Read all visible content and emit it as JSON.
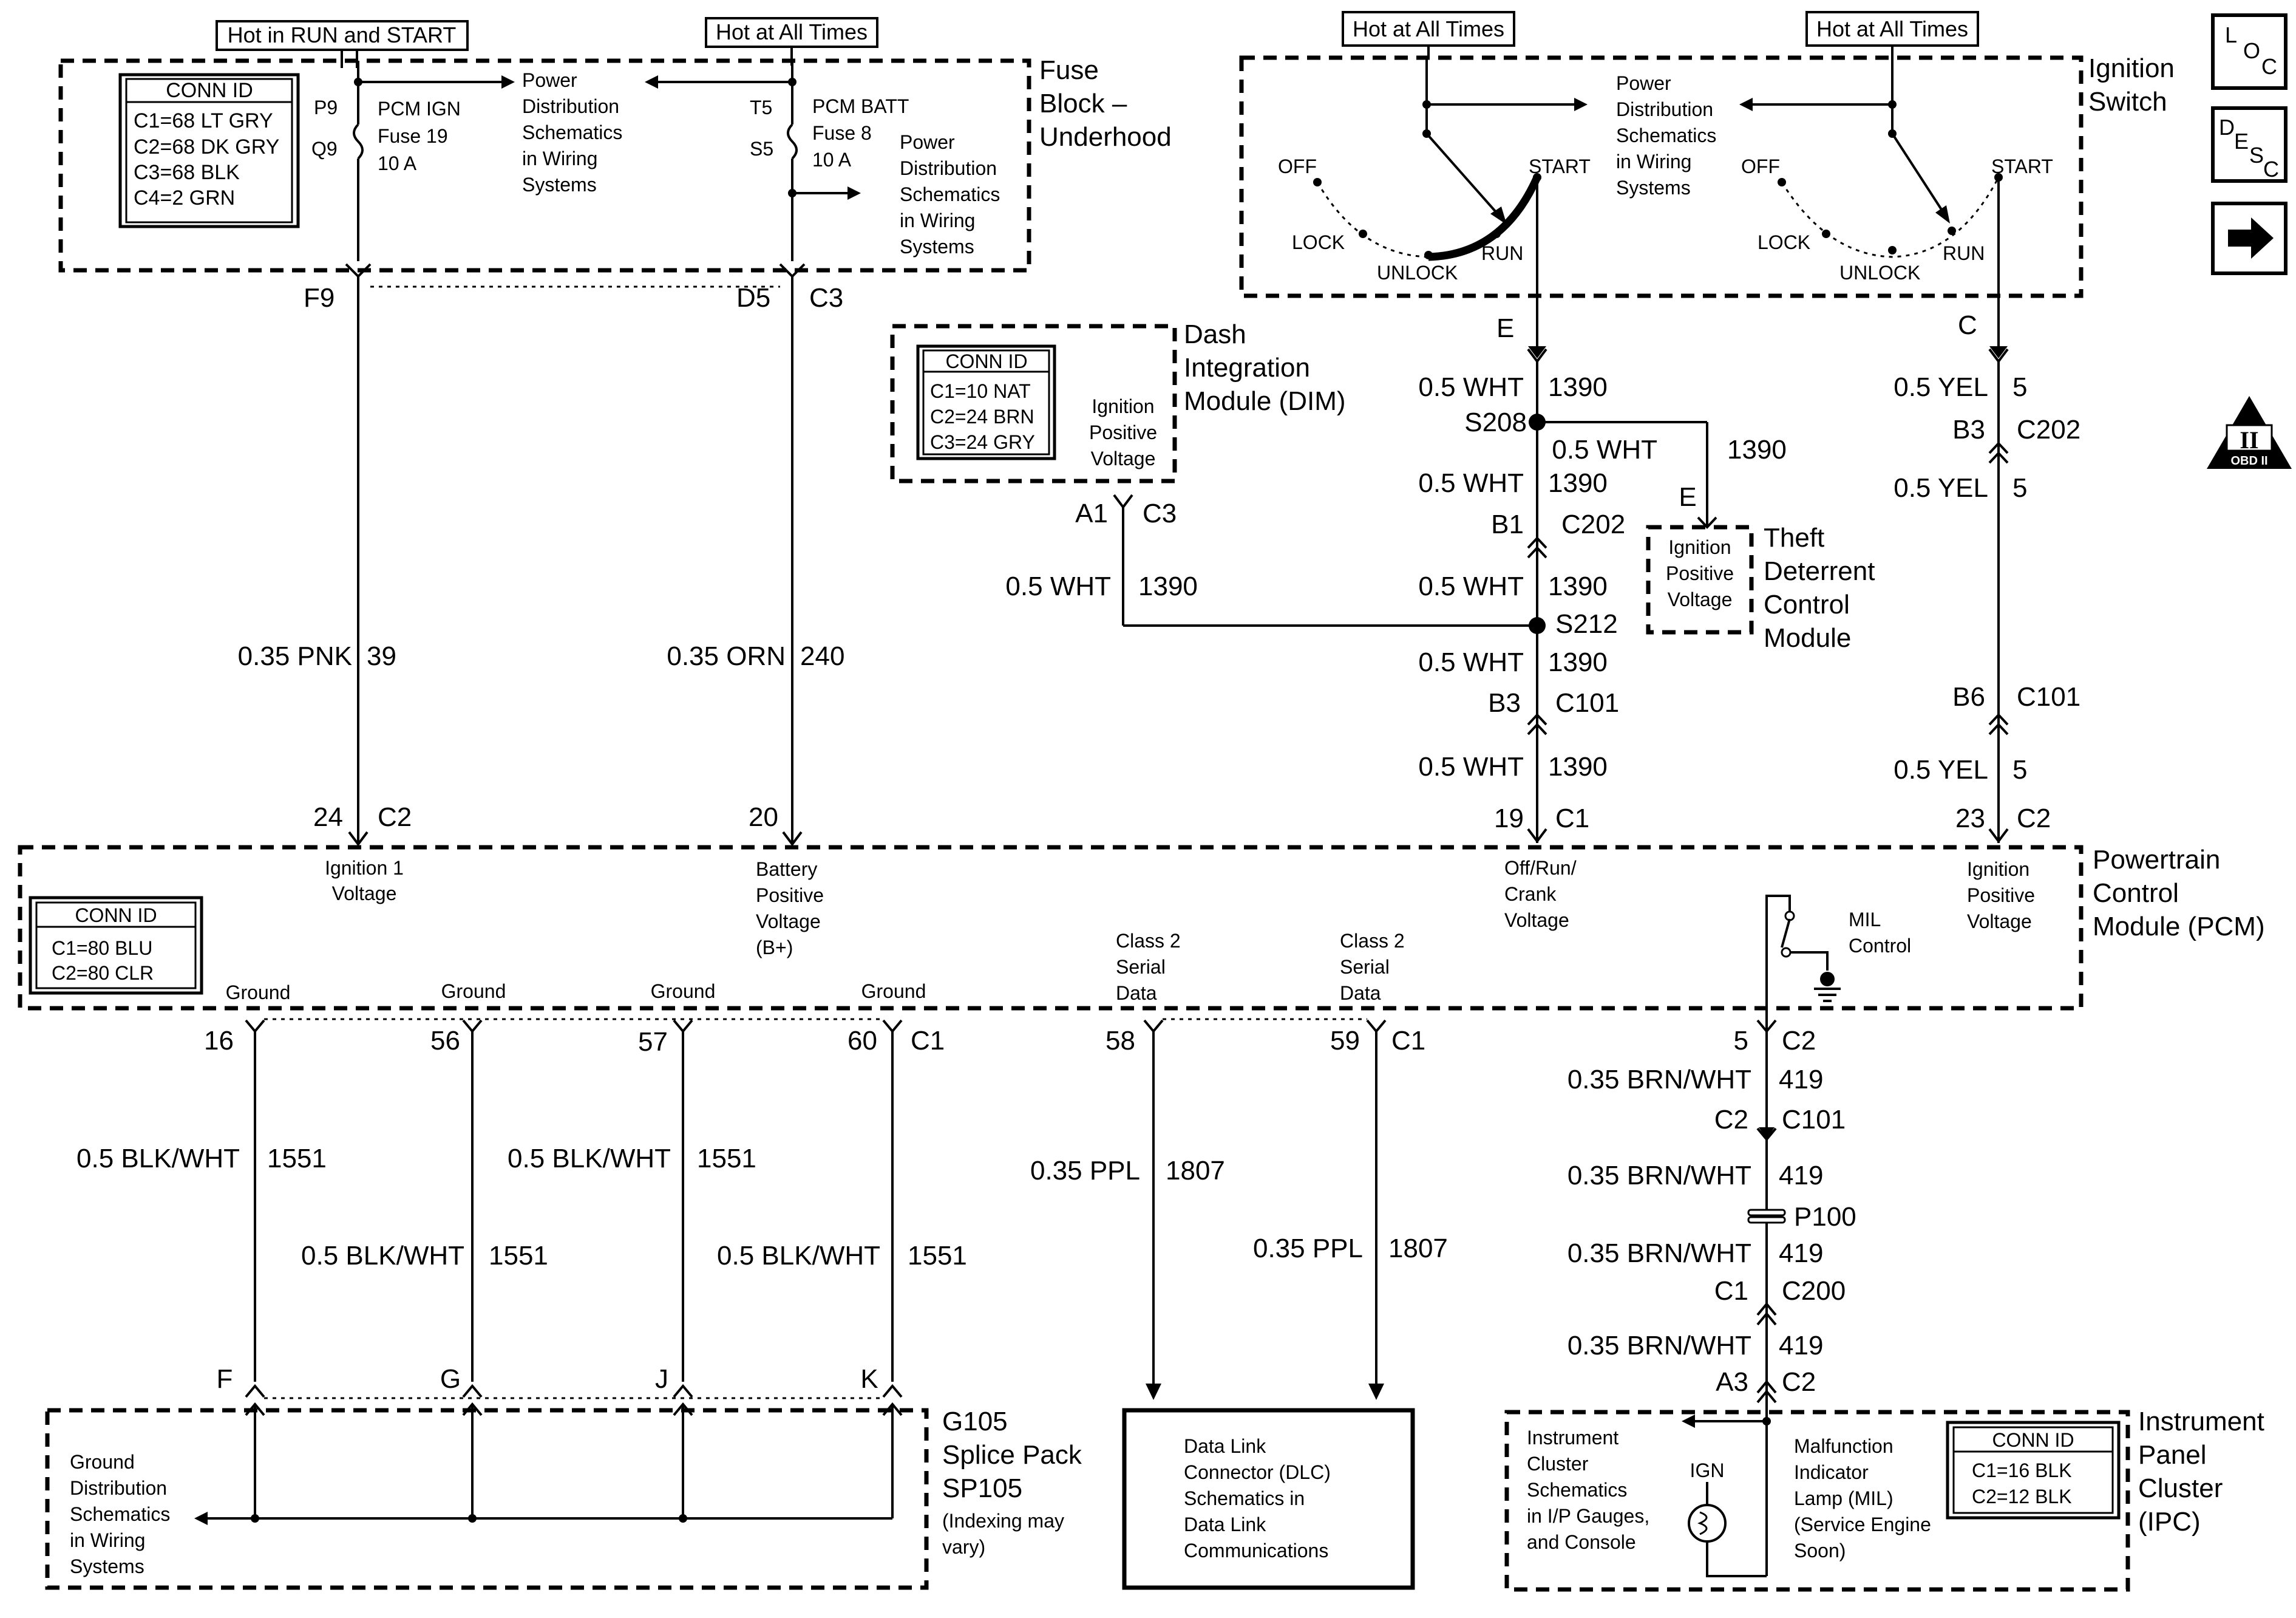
{
  "headers": {
    "hot_run_start": "Hot in RUN and START",
    "hot_all_times_1": "Hot at All Times",
    "hot_all_times_2": "Hot at All Times",
    "hot_all_times_3": "Hot at All Times"
  },
  "nav": {
    "loc": [
      "L",
      "O",
      "C"
    ],
    "desc": [
      "D",
      "E",
      "S",
      "C"
    ],
    "arrow": "➡",
    "obd": "II",
    "obd_small": "OBD II"
  },
  "fuse_block": {
    "title": [
      "Fuse",
      "Block –",
      "Underhood"
    ],
    "conn": {
      "title": "CONN ID",
      "lines": [
        "C1=68 LT GRY",
        "C2=68 DK GRY",
        "C3=68 BLK",
        "C4=2 GRN"
      ]
    },
    "pcm_ign": {
      "pins": [
        "P9",
        "Q9"
      ],
      "lines": [
        "PCM IGN",
        "Fuse 19",
        "10 A"
      ]
    },
    "pcm_batt": {
      "pins": [
        "T5",
        "S5"
      ],
      "lines": [
        "PCM BATT",
        "Fuse 8",
        "10 A"
      ]
    },
    "pds_a": [
      "Power",
      "Distribution",
      "Schematics",
      "in Wiring",
      "Systems"
    ],
    "pds_b": [
      "Power",
      "Distribution",
      "Schematics",
      "in Wiring",
      "Systems"
    ],
    "out": {
      "f9": "F9",
      "d5": "D5",
      "c3": "C3"
    }
  },
  "ignition": {
    "title": [
      "Ignition",
      "Switch"
    ],
    "pds": [
      "Power",
      "Distribution",
      "Schematics",
      "in Wiring",
      "Systems"
    ],
    "labels": {
      "off": "OFF",
      "lock": "LOCK",
      "unlock": "UNLOCK",
      "run": "RUN",
      "start": "START"
    },
    "out": {
      "e": "E",
      "c": "C"
    }
  },
  "dim": {
    "title": [
      "Dash",
      "Integration",
      "Module (DIM)"
    ],
    "conn": {
      "title": "CONN ID",
      "lines": [
        "C1=10 NAT",
        "C2=24 BRN",
        "C3=24 GRY"
      ]
    },
    "ipv": [
      "Ignition",
      "Positive",
      "Voltage"
    ],
    "pins": {
      "a1": "A1",
      "c3": "C3"
    }
  },
  "tdcm": {
    "title": [
      "Theft",
      "Deterrent",
      "Control",
      "Module"
    ],
    "ipv": [
      "Ignition",
      "Positive",
      "Voltage"
    ],
    "pin": "E"
  },
  "wires": {
    "w39": {
      "size": "0.35 PNK",
      "circuit": "39"
    },
    "w240": {
      "size": "0.35 ORN",
      "circuit": "240"
    },
    "w1390_a": {
      "size": "0.5 WHT",
      "circuit": "1390"
    },
    "w1390_b": {
      "size": "0.5 WHT",
      "circuit": "1390"
    },
    "w1390_c": {
      "size": "0.5 WHT",
      "circuit": "1390"
    },
    "w1390_d": {
      "size": "0.5 WHT",
      "circuit": "1390"
    },
    "w1390_e": {
      "size": "0.5 WHT",
      "circuit": "1390"
    },
    "w1390_f": {
      "size": "0.5 WHT",
      "circuit": "1390"
    },
    "w1390_g": {
      "size": "0.5 WHT",
      "circuit": "1390"
    },
    "w5_a": {
      "size": "0.5 YEL",
      "circuit": "5"
    },
    "w5_b": {
      "size": "0.5 YEL",
      "circuit": "5"
    },
    "w5_c": {
      "size": "0.5 YEL",
      "circuit": "5"
    },
    "w1551_a": {
      "size": "0.5 BLK/WHT",
      "circuit": "1551"
    },
    "w1551_b": {
      "size": "0.5 BLK/WHT",
      "circuit": "1551"
    },
    "w1551_c": {
      "size": "0.5 BLK/WHT",
      "circuit": "1551"
    },
    "w1551_d": {
      "size": "0.5 BLK/WHT",
      "circuit": "1551"
    },
    "w1807_a": {
      "size": "0.35 PPL",
      "circuit": "1807"
    },
    "w1807_b": {
      "size": "0.35 PPL",
      "circuit": "1807"
    },
    "w419_a": {
      "size": "0.35 BRN/WHT",
      "circuit": "419"
    },
    "w419_b": {
      "size": "0.35 BRN/WHT",
      "circuit": "419"
    },
    "w419_c": {
      "size": "0.35 BRN/WHT",
      "circuit": "419"
    },
    "w419_d": {
      "size": "0.35 BRN/WHT",
      "circuit": "419"
    }
  },
  "splices": {
    "s208": "S208",
    "s212": "S212"
  },
  "connectors": {
    "c202_b1": {
      "pin": "B1",
      "conn": "C202"
    },
    "c202_b3": {
      "pin": "B3",
      "conn": "C202"
    },
    "c101_b3": {
      "pin": "B3",
      "conn": "C101"
    },
    "c101_b6": {
      "pin": "B6",
      "conn": "C101"
    },
    "c101_c2": {
      "pin": "C2",
      "conn": "C101"
    },
    "p100": "P100",
    "c200_c1": {
      "pin": "C1",
      "conn": "C200"
    },
    "ipc_a3": {
      "pin": "A3",
      "conn": "C2"
    }
  },
  "pcm": {
    "title": [
      "Powertrain",
      "Control",
      "Module (PCM)"
    ],
    "conn": {
      "title": "CONN ID",
      "lines": [
        "C1=80 BLU",
        "C2=80 CLR"
      ]
    },
    "top_pins": {
      "p24": "24",
      "p24c": "C2",
      "p20": "20",
      "p19": "19",
      "p19c": "C1",
      "p23": "23",
      "p23c": "C2"
    },
    "bottom_pins": {
      "p16": "16",
      "p56": "56",
      "p57": "57",
      "p60": "60",
      "p60c": "C1",
      "p58": "58",
      "p59": "59",
      "p59c": "C1",
      "p5": "5",
      "p5c": "C2"
    },
    "labels": {
      "ign1": [
        "Ignition 1",
        "Voltage"
      ],
      "bpv": [
        "Battery",
        "Positive",
        "Voltage",
        "(B+)"
      ],
      "orc": [
        "Off/Run/",
        "Crank",
        "Voltage"
      ],
      "ipv": [
        "Ignition",
        "Positive",
        "Voltage"
      ],
      "mil": [
        "MIL",
        "Control"
      ],
      "ground": "Ground",
      "class2": [
        "Class 2",
        "Serial",
        "Data"
      ]
    }
  },
  "splice_pack": {
    "title": [
      "G105",
      "Splice Pack",
      "SP105"
    ],
    "note": [
      "(Indexing may",
      "vary)"
    ],
    "pins": {
      "f": "F",
      "g": "G",
      "j": "J",
      "k": "K"
    },
    "gds": [
      "Ground",
      "Distribution",
      "Schematics",
      "in Wiring",
      "Systems"
    ]
  },
  "dlc": {
    "lines": [
      "Data Link",
      "Connector (DLC)",
      "Schematics in",
      "Data Link",
      "Communications"
    ]
  },
  "ipc": {
    "title": [
      "Instrument",
      "Panel",
      "Cluster",
      "(IPC)"
    ],
    "conn": {
      "title": "CONN ID",
      "lines": [
        "C1=16 BLK",
        "C2=12 BLK"
      ]
    },
    "ics": [
      "Instrument",
      "Cluster",
      "Schematics",
      "in I/P Gauges,",
      "and Console"
    ],
    "ign": "IGN",
    "mil": [
      "Malfunction",
      "Indicator",
      "Lamp (MIL)",
      "(Service Engine",
      "Soon)"
    ]
  }
}
